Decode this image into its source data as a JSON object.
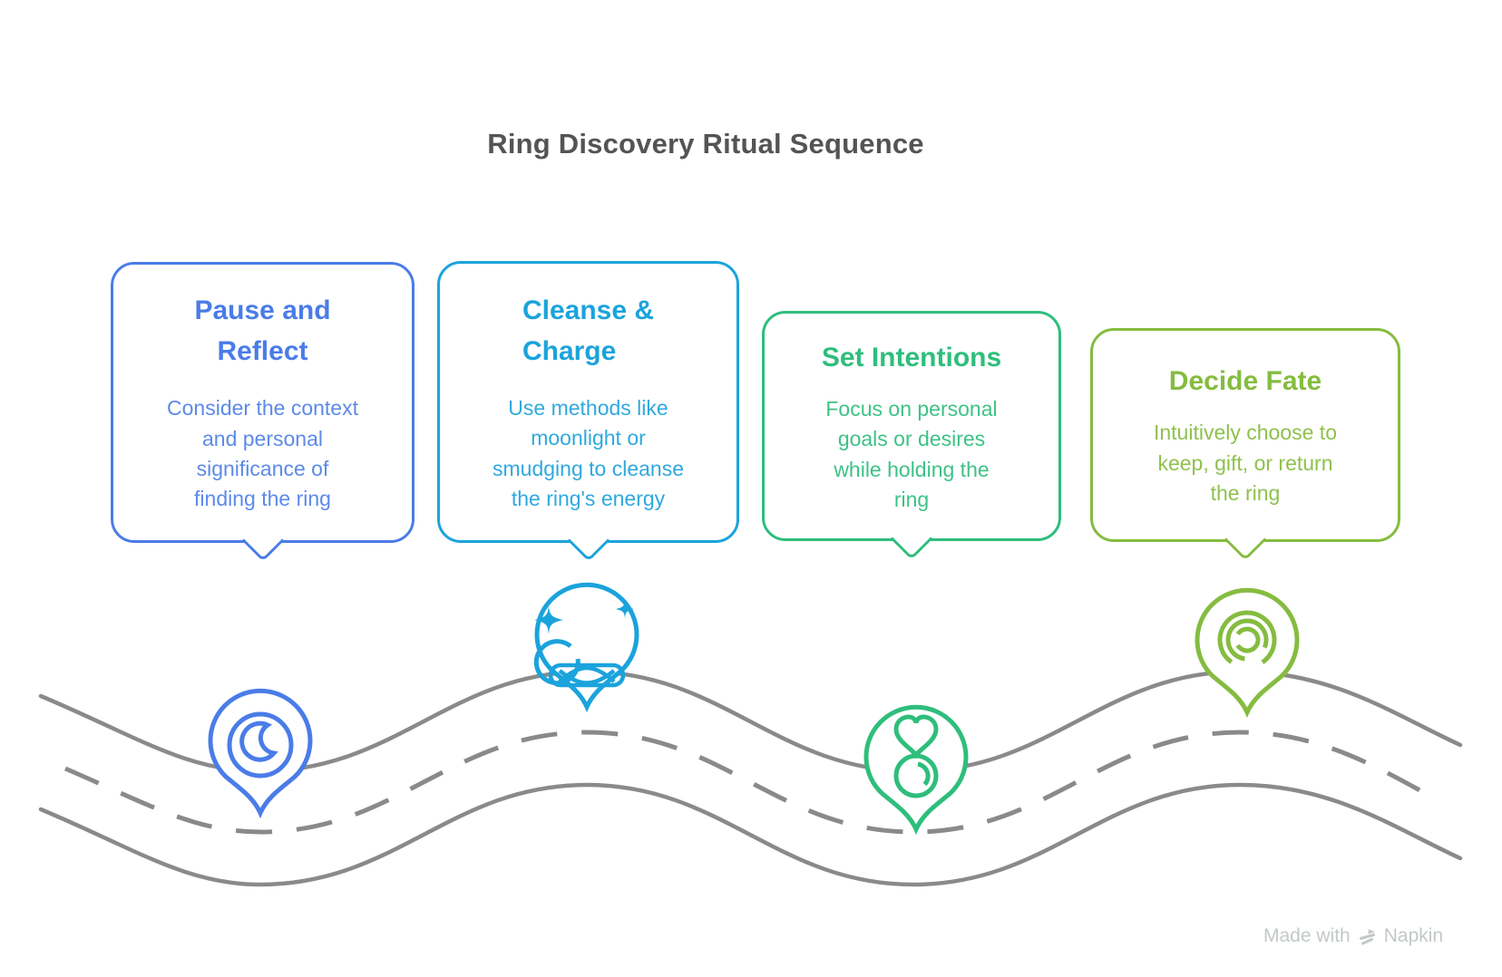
{
  "title": "Ring Discovery Ritual Sequence",
  "title_color": "#545454",
  "road_color": "#8a8a8a",
  "steps": [
    {
      "title": "Pause and\nReflect",
      "description": "Consider the context\nand personal\nsignificance of\nfinding the ring",
      "accent": "#4a7ce8",
      "body_color": "#5c8aea",
      "icon": "crescent-moon-pin"
    },
    {
      "title": "Cleanse &\nCharge",
      "description": "Use methods like\nmoonlight or\nsmudging to cleanse\nthe ring's energy",
      "accent": "#1ba3dc",
      "body_color": "#2fa9de",
      "icon": "sparkle-moon-pin"
    },
    {
      "title": "Set Intentions",
      "description": "Focus on personal\ngoals or desires\nwhile holding the\nring",
      "accent": "#2ebe7c",
      "body_color": "#3ec286",
      "icon": "heart-ring-pin"
    },
    {
      "title": "Decide Fate",
      "description": "Intuitively choose to\nkeep, gift, or return\nthe ring",
      "accent": "#85bc40",
      "body_color": "#8fc14d",
      "icon": "spiral-pin"
    }
  ],
  "footer": {
    "made_with": "Made with",
    "brand": "Napkin"
  }
}
